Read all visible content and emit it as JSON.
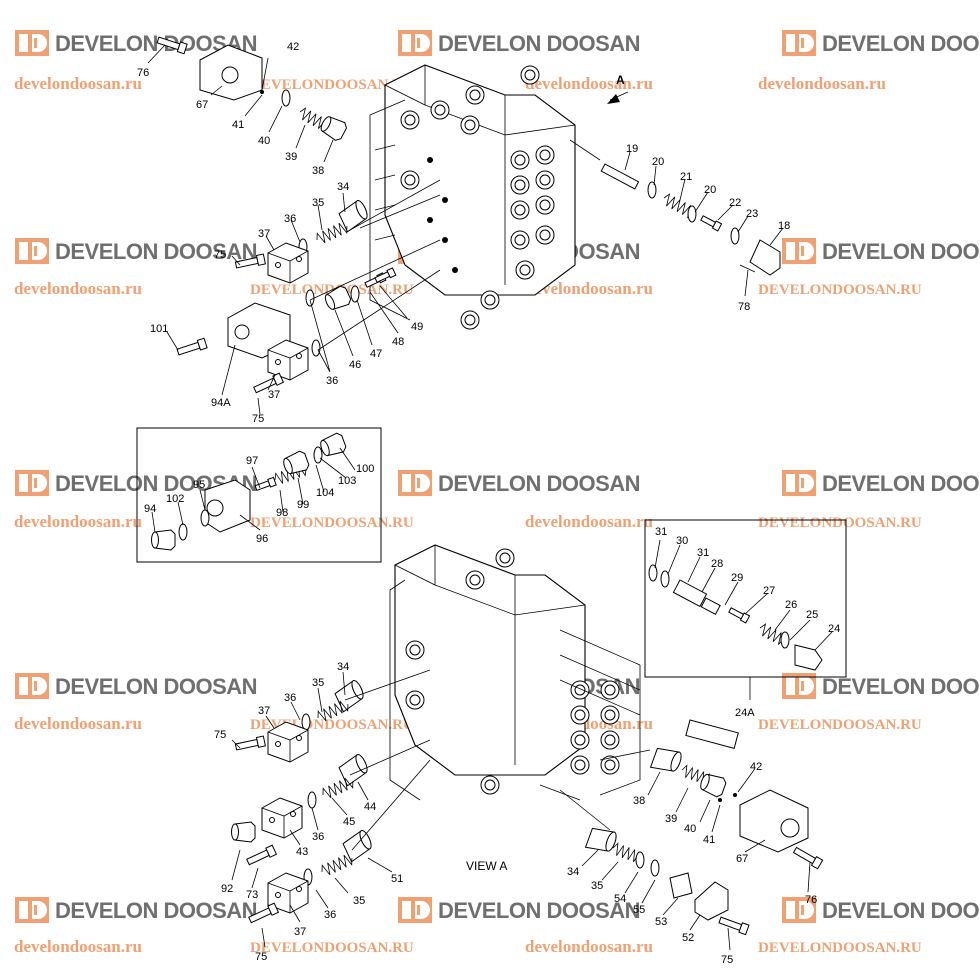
{
  "watermarks": {
    "brand": "DEVELON DOOSAN",
    "url_lower": "develondoosan.ru",
    "url_upper": "DEVELONDOOSAN.RU"
  },
  "view_caption": "VIEW  A",
  "arrow_label": "A",
  "labels": {
    "l76a": "76",
    "l42a": "42",
    "l67a": "67",
    "l41a": "41",
    "l40a": "40",
    "l39a": "39",
    "l38a": "38",
    "l34a": "34",
    "l35a": "35",
    "l36a": "36",
    "l37a": "37",
    "l75a": "75",
    "l101": "101",
    "l94A": "94A",
    "l37b": "37",
    "l75b": "75",
    "l36b": "36",
    "l46": "46",
    "l47": "47",
    "l48": "48",
    "l49": "49",
    "l19": "19",
    "l20a": "20",
    "l21": "21",
    "l20b": "20",
    "l22": "22",
    "l23": "23",
    "l18": "18",
    "l78": "78",
    "l97": "97",
    "l100": "100",
    "l95": "95",
    "l102": "102",
    "l94": "94",
    "l98": "98",
    "l99": "99",
    "l104": "104",
    "l103": "103",
    "l96": "96",
    "l31a": "31",
    "l30": "30",
    "l31b": "31",
    "l28": "28",
    "l29": "29",
    "l27": "27",
    "l26": "26",
    "l25": "25",
    "l24": "24",
    "l24A": "24A",
    "l34b": "34",
    "l35b": "35",
    "l36c": "36",
    "l37c": "37",
    "l75c": "75",
    "l44": "44",
    "l45": "45",
    "l36d": "36",
    "l43": "43",
    "l92": "92",
    "l73": "73",
    "l51": "51",
    "l35c": "35",
    "l36e": "36",
    "l37d": "37",
    "l75d": "75",
    "l42b": "42",
    "l38b": "38",
    "l39b": "39",
    "l40b": "40",
    "l41b": "41",
    "l67b": "67",
    "l76b": "76",
    "l34c": "34",
    "l35d": "35",
    "l54": "54",
    "l55": "55",
    "l53": "53",
    "l52": "52",
    "l75e": "75"
  }
}
